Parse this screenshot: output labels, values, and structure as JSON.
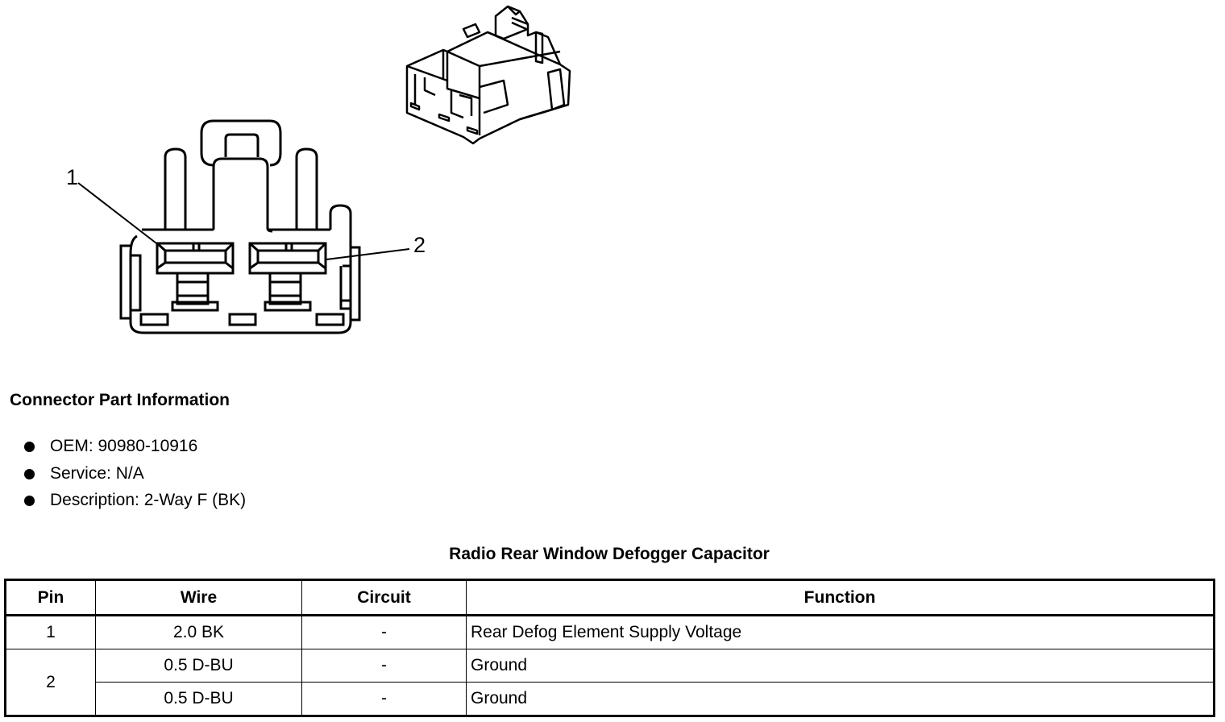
{
  "diagram": {
    "callouts": [
      "1",
      "2"
    ],
    "views": [
      "connector-face-view",
      "connector-isometric-view"
    ]
  },
  "connector_info": {
    "title": "Connector Part Information",
    "items": [
      "OEM: 90980-10916",
      "Service: N/A",
      "Description: 2-Way F (BK)"
    ]
  },
  "pin_table": {
    "title": "Radio Rear Window Defogger Capacitor",
    "headers": [
      "Pin",
      "Wire",
      "Circuit",
      "Function"
    ],
    "rows": [
      {
        "pin": "1",
        "wire": "2.0 BK",
        "circuit": "-",
        "function": "Rear Defog Element Supply Voltage"
      },
      {
        "pin": "2",
        "wire": "0.5 D-BU",
        "circuit": "-",
        "function": "Ground"
      },
      {
        "pin": "",
        "wire": "0.5 D-BU",
        "circuit": "-",
        "function": "Ground"
      }
    ]
  }
}
